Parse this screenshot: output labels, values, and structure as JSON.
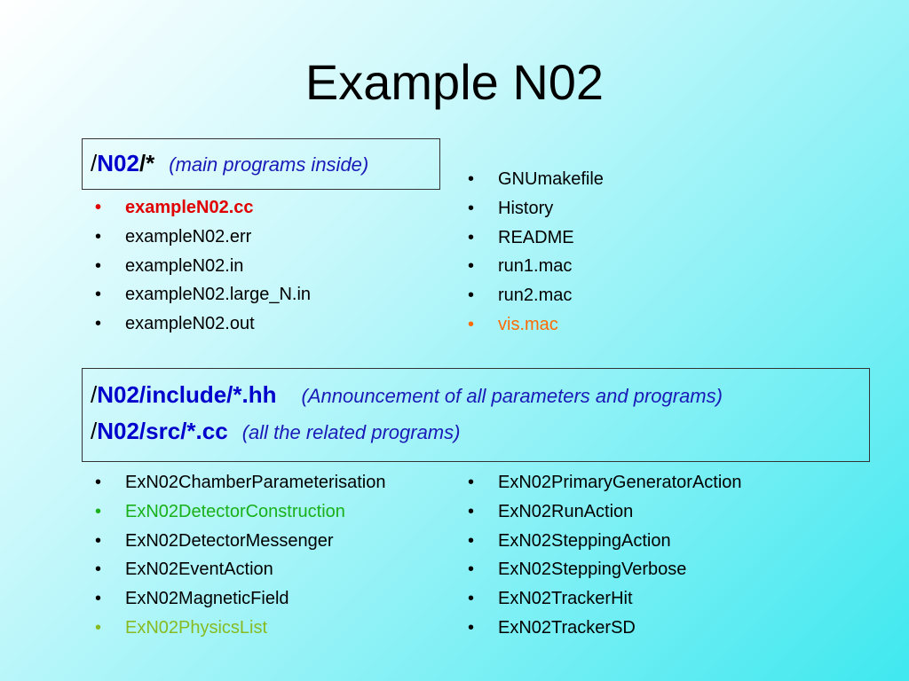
{
  "title": "Example N02",
  "box1": {
    "slash_open": "/",
    "path": "N02",
    "slash_tail": "/*",
    "note": "(main programs inside)"
  },
  "list1": [
    {
      "text": "exampleN02.cc",
      "color": "#e00000"
    },
    {
      "text": "exampleN02.err"
    },
    {
      "text": "exampleN02.in"
    },
    {
      "text": "exampleN02.large_N.in"
    },
    {
      "text": "exampleN02.out"
    }
  ],
  "list2": [
    {
      "text": "GNUmakefile"
    },
    {
      "text": "History"
    },
    {
      "text": "README"
    },
    {
      "text": "run1.mac"
    },
    {
      "text": "run2.mac"
    },
    {
      "text": "vis.mac",
      "color": "#ff6a00"
    }
  ],
  "box2": {
    "line1": {
      "slash_open": "/",
      "path": "N02/include/*.hh",
      "note": "(Announcement of all parameters and programs)"
    },
    "line2": {
      "slash_open": "/",
      "path": "N02/src/*.cc",
      "note": "(all the related programs)"
    }
  },
  "list3": [
    {
      "text": "ExN02ChamberParameterisation"
    },
    {
      "text": "ExN02DetectorConstruction",
      "color": "#19b019"
    },
    {
      "text": "ExN02DetectorMessenger"
    },
    {
      "text": "ExN02EventAction"
    },
    {
      "text": "ExN02MagneticField"
    },
    {
      "text": "ExN02PhysicsList",
      "color": "#88bb22"
    }
  ],
  "list4": [
    {
      "text": "ExN02PrimaryGeneratorAction"
    },
    {
      "text": "ExN02RunAction"
    },
    {
      "text": "ExN02SteppingAction"
    },
    {
      "text": "ExN02SteppingVerbose"
    },
    {
      "text": "ExN02TrackerHit"
    },
    {
      "text": "ExN02TrackerSD"
    }
  ]
}
